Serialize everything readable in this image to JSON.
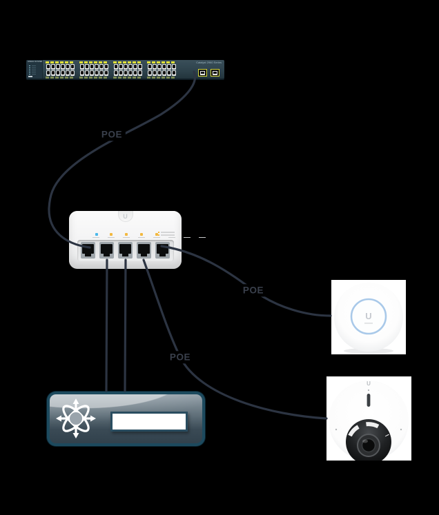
{
  "colors": {
    "background": "#000000",
    "cable": "#2c3442",
    "poe_label_text": "#3a404c",
    "catalyst_yellow": "#e0df39",
    "ap_ring_blue": "#a9c9e9",
    "led_blue": "#4ab8ea",
    "led_amber": "#f2b83f",
    "router_border": "#1d4a5e"
  },
  "devices": {
    "core_switch": {
      "kind": "48-port rack switch",
      "brand_text": "CISCO SYSTEMS",
      "model_text": "Catalyst 2960 Series",
      "port_groups": 4,
      "ports_per_group": 12,
      "uplink_ports": 2
    },
    "poe_switch": {
      "kind": "UniFi Switch Flex (PoE)",
      "logo_letter": "U",
      "port_count": 5,
      "amber_led_count": 4,
      "legend_rows": 2
    },
    "router": {
      "kind": "router / multilayer switch icon"
    },
    "access_point": {
      "kind": "UniFi ceiling access point",
      "logo_letter": "U"
    },
    "camera": {
      "kind": "UniFi dome camera",
      "logo_letter": "U"
    }
  },
  "connections": [
    {
      "from": "core-switch-port-48",
      "to": "poe-switch-port-1",
      "label": "POE"
    },
    {
      "from": "poe-switch-port-2",
      "to": "router",
      "label": ""
    },
    {
      "from": "poe-switch-port-3",
      "to": "router",
      "label": ""
    },
    {
      "from": "poe-switch-port-4",
      "to": "camera",
      "label": "POE"
    },
    {
      "from": "poe-switch-port-5",
      "to": "access-point",
      "label": "POE"
    }
  ]
}
